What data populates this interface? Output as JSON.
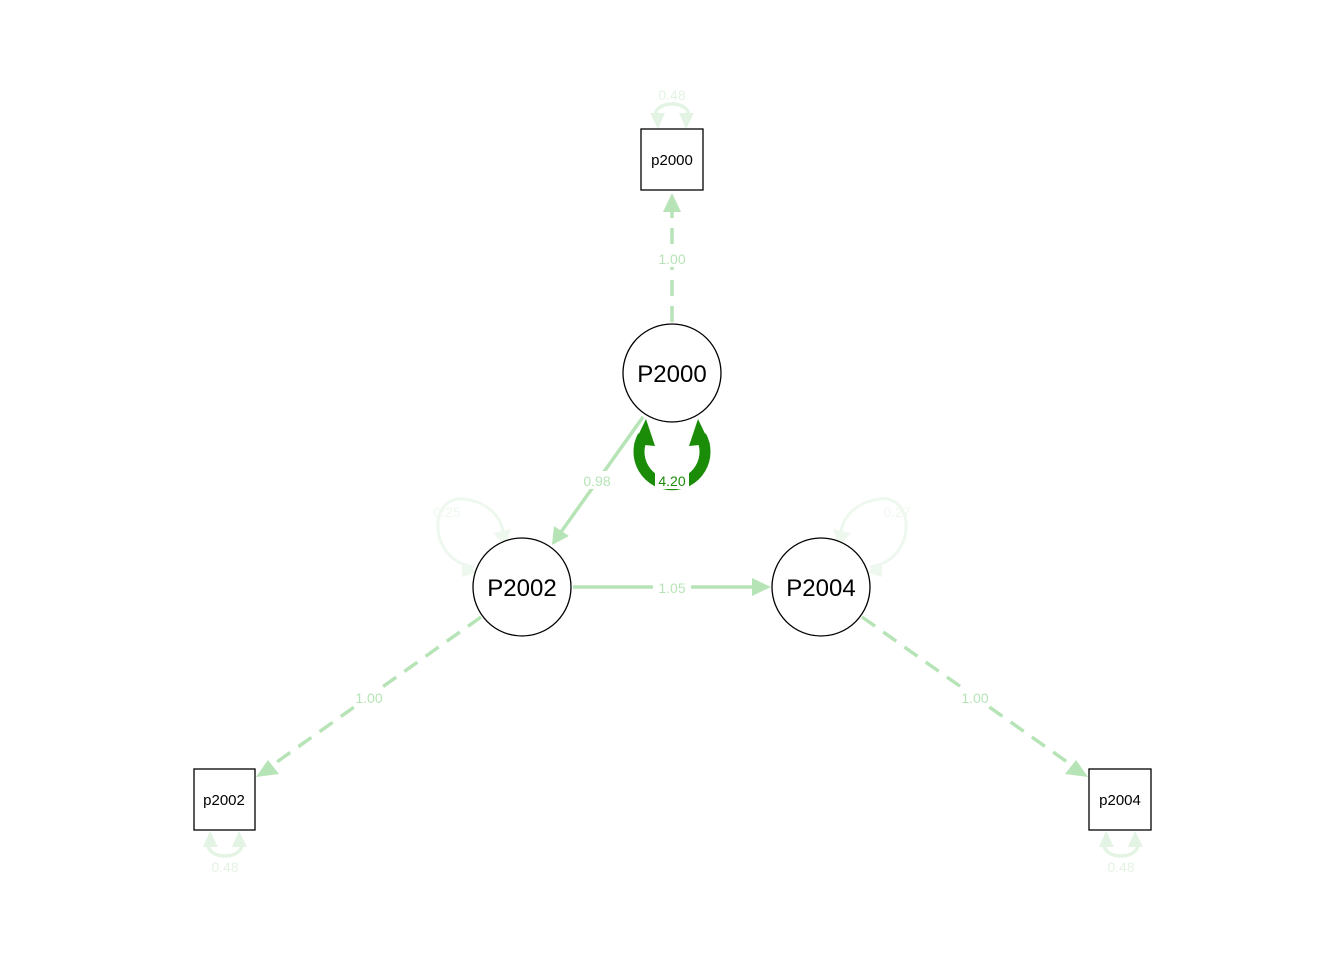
{
  "colors": {
    "background": "#ffffff",
    "node_stroke": "#000000",
    "edge_light": "#b7e4b7",
    "edge_faint": "#e4f4e4",
    "edge_very_faint": "#eef8ee",
    "edge_strong": "#1a8c08"
  },
  "nodes": {
    "latent_p2000": "P2000",
    "latent_p2002": "P2002",
    "latent_p2004": "P2004",
    "manifest_p2000": "p2000",
    "manifest_p2002": "p2002",
    "manifest_p2004": "p2004"
  },
  "edges": {
    "load_p2000": "1.00",
    "load_p2002": "1.00",
    "load_p2004": "1.00",
    "reg_2000_2002": "0.98",
    "reg_2002_2004": "1.05",
    "var_latent_2000": "4.20",
    "var_latent_2002": "0.25",
    "var_latent_2004": "0.27",
    "var_manifest_2000": "0.48",
    "var_manifest_2002": "0.48",
    "var_manifest_2004": "0.48"
  }
}
